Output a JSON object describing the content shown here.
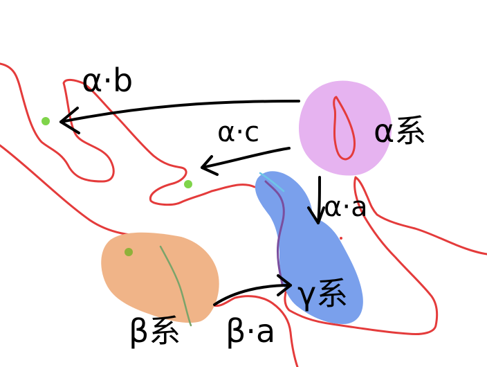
{
  "labels": {
    "alpha_b": "α·b",
    "alpha_c": "α·c",
    "alpha_a": "α·a",
    "alpha_system": "α系",
    "beta_system": "β系",
    "gamma_system": "γ系",
    "beta_a": "β·a"
  },
  "colors": {
    "background": "#ffffff",
    "red_outline": "#e43b3b",
    "pink_blob": "#e6b3f0",
    "blue_blob": "#7aa0ec",
    "orange_blob": "#f0b488",
    "green_point": "#7fd44a",
    "arrow": "#000000"
  }
}
